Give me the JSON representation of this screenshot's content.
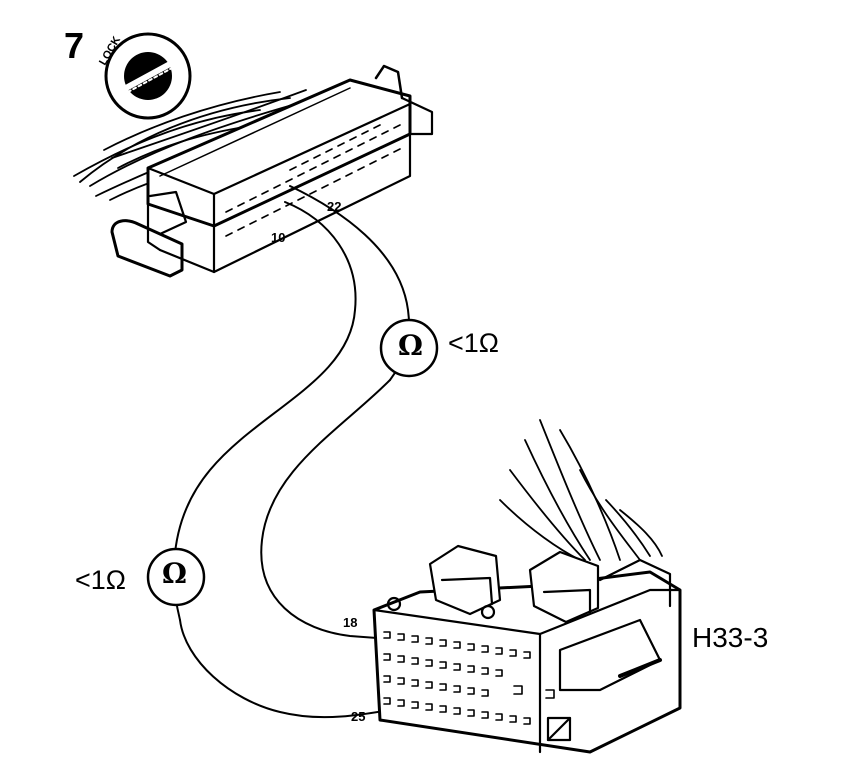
{
  "figure": {
    "step_number": "7",
    "lock_label": "LOCK",
    "upper_connector": {
      "pin_a": "10",
      "pin_b": "22"
    },
    "lower_connector": {
      "name": "H33-3",
      "pin_a": "18",
      "pin_b": "25"
    },
    "meters": [
      {
        "symbol": "Ω",
        "reading": "<1Ω"
      },
      {
        "symbol": "Ω",
        "reading": "<1Ω"
      }
    ]
  }
}
